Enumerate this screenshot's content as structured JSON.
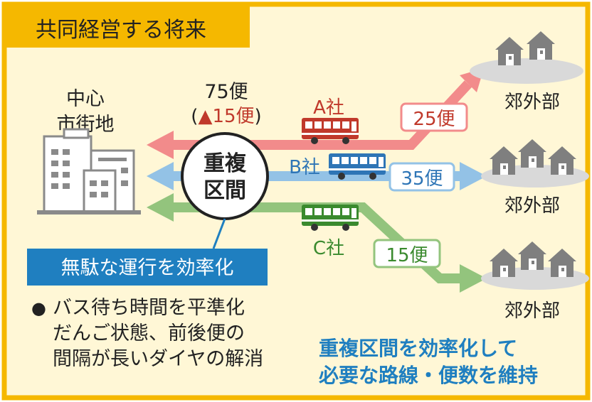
{
  "header": {
    "title": "共同経営する将来"
  },
  "city": {
    "label_line1": "中心",
    "label_line2": "市街地"
  },
  "total": {
    "trips": "75便",
    "paren_open": "(",
    "reduction": "▲15便",
    "paren_close": ")"
  },
  "overlap": {
    "line1": "重複",
    "line2": "区間"
  },
  "companies": {
    "a": {
      "name": "A社",
      "trips": "25便"
    },
    "b": {
      "name": "B社",
      "trips": "35便"
    },
    "c": {
      "name": "C社",
      "trips": "15便"
    }
  },
  "suburbs": {
    "label": "郊外部"
  },
  "callout": {
    "text": "無駄な運行を効率化"
  },
  "bullets": {
    "marker": "●",
    "line1": "バス待ち時間を平準化",
    "line2": "だんご状態、前後便の",
    "line3": "間隔が長いダイヤの解消"
  },
  "conclusion": {
    "line1": "重複区間を効率化して",
    "line2": "必要な路線・便数を維持"
  },
  "colors": {
    "frame": "#f5b800",
    "panel_bg": "#fff7d6",
    "route_a": "#f28b8b",
    "route_b": "#93c2e6",
    "route_c": "#93c47d",
    "bus_a": "#c0392b",
    "bus_b": "#2e75b6",
    "bus_c": "#3a8a2e",
    "callout_bg": "#1f7fc0",
    "conclusion_text": "#1f7fc0",
    "house": "#7f7f7f"
  }
}
